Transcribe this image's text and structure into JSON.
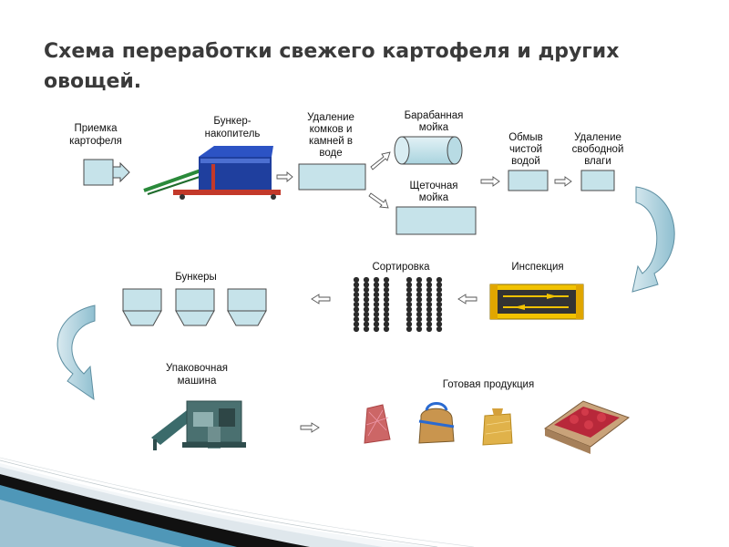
{
  "slide": {
    "title": "Схема переработки свежего картофеля и других овощей."
  },
  "steps": {
    "receiving": [
      "Приемка",
      "картофеля"
    ],
    "hopper": [
      "Бункер-",
      "накопитель"
    ],
    "removal": [
      "Удаление",
      "комков и",
      "камней в",
      "воде"
    ],
    "drum_wash": [
      "Барабанная",
      "мойка"
    ],
    "brush_wash": [
      "Щеточная",
      "мойка"
    ],
    "rinse": [
      "Обмыв",
      "чистой",
      "водой"
    ],
    "moisture": [
      "Удаление",
      "свободной",
      "влаги"
    ],
    "inspection": "Инспекция",
    "sorting": "Сортировка",
    "bins": "Бункеры",
    "packing": [
      "Упаковочная",
      "машина"
    ],
    "finished": "Готовая продукция"
  },
  "colors": {
    "box_fill": "#c6e3ea",
    "box_stroke": "#4a4a4a",
    "flow_arrow": "#9cc6d4",
    "conveyor_yellow": "#f2c200",
    "machine_blue": "#1f3f9e",
    "frame_green": "#2a8a3a"
  }
}
